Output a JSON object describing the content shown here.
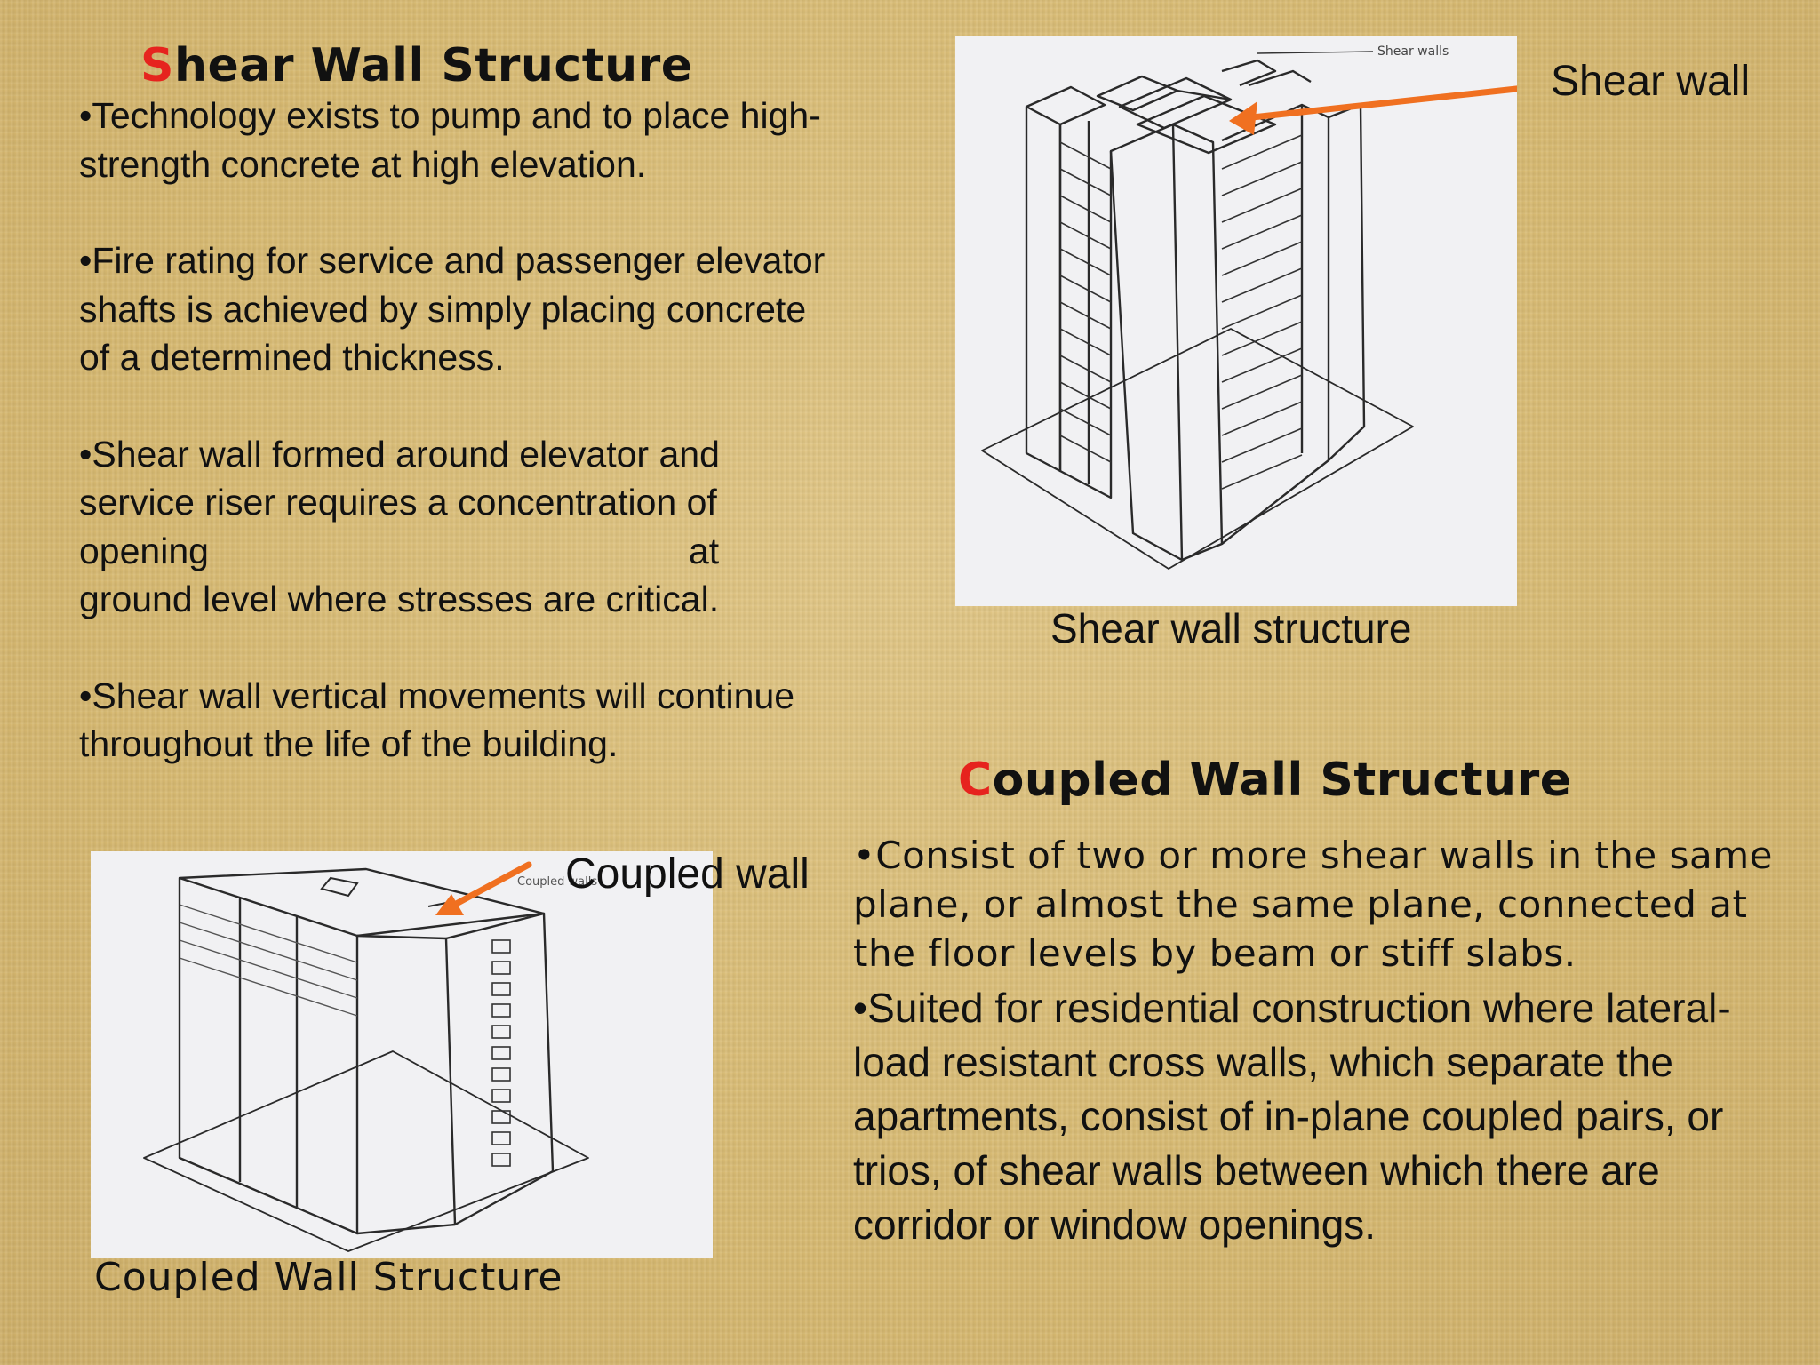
{
  "left": {
    "title_initial": "S",
    "title_rest": "hear Wall Structure",
    "bullets": [
      "•Technology exists to pump and to place high-strength concrete at high elevation.",
      "•Fire rating for service and passenger elevator shafts is achieved by simply placing concrete of a determined thickness.",
      "•Shear wall vertical movements will continue throughout the life of the building."
    ],
    "bullet3_part1": "•Shear wall formed around elevator and service riser requires a concentration of opening",
    "bullet3_at": "at",
    "bullet3_part2": "ground level  where stresses are critical."
  },
  "figure_top": {
    "callout": "Shear wall",
    "drawing_text": "Shear walls",
    "caption": "Shear wall structure"
  },
  "figure_bottom": {
    "callout": "Coupled wall",
    "drawing_text": "Coupled walls",
    "caption": "Coupled Wall Structure"
  },
  "right": {
    "title_initial": "C",
    "title_rest": "oupled Wall Structure",
    "bullet1": "•Consist of two or more shear walls in the same plane, or almost the same plane, connected at the floor levels by beam or stiff slabs.",
    "bullet2": "•Suited for residential construction where lateral-load resistant cross walls, which separate the apartments, consist of in-plane coupled pairs, or trios, of shear walls between which there are corridor or window openings."
  },
  "colors": {
    "accent_red": "#e6231e",
    "arrow_orange": "#f07020",
    "background": "#d9bd78"
  }
}
